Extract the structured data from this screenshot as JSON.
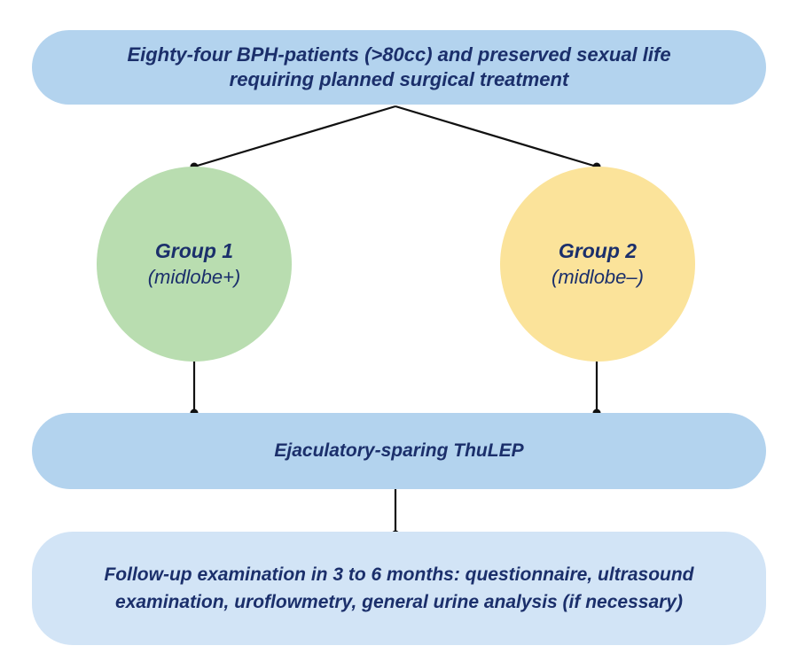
{
  "diagram": {
    "top_box": "Eighty-four BPH-patients (>80cc) and preserved sexual life requiring planned surgical treatment",
    "groups": [
      {
        "title": "Group 1",
        "subtitle": "(midlobe+)",
        "color": "#b9ddb0"
      },
      {
        "title": "Group 2",
        "subtitle": "(midlobe–)",
        "color": "#fbe39a"
      }
    ],
    "procedure_box": "Ejaculatory-sparing ThuLEP",
    "followup_box": "Follow-up examination in 3 to 6 months: questionnaire, ultrasound examination, uroflowmetry, general urine analysis (if necessary)",
    "colors": {
      "box_fill": "#b3d3ee",
      "followup_fill": "#d2e4f6",
      "text": "#1b2f6b",
      "connector": "#111111"
    }
  }
}
